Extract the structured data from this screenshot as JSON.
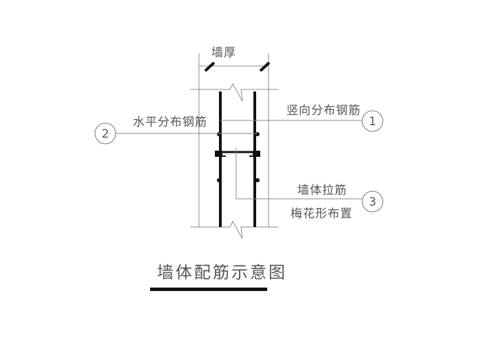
{
  "diagram": {
    "title": "墙体配筋示意图",
    "dimension_label": "墙厚",
    "callouts": [
      {
        "number": "1",
        "label": "竖向分布钢筋"
      },
      {
        "number": "2",
        "label": "水平分布钢筋"
      },
      {
        "number": "3",
        "label_line1": "墙体拉筋",
        "label_line2": "梅花形布置"
      }
    ],
    "colors": {
      "thin_line": "#8a8a8a",
      "thick_line": "#111111",
      "text": "#555555"
    }
  }
}
